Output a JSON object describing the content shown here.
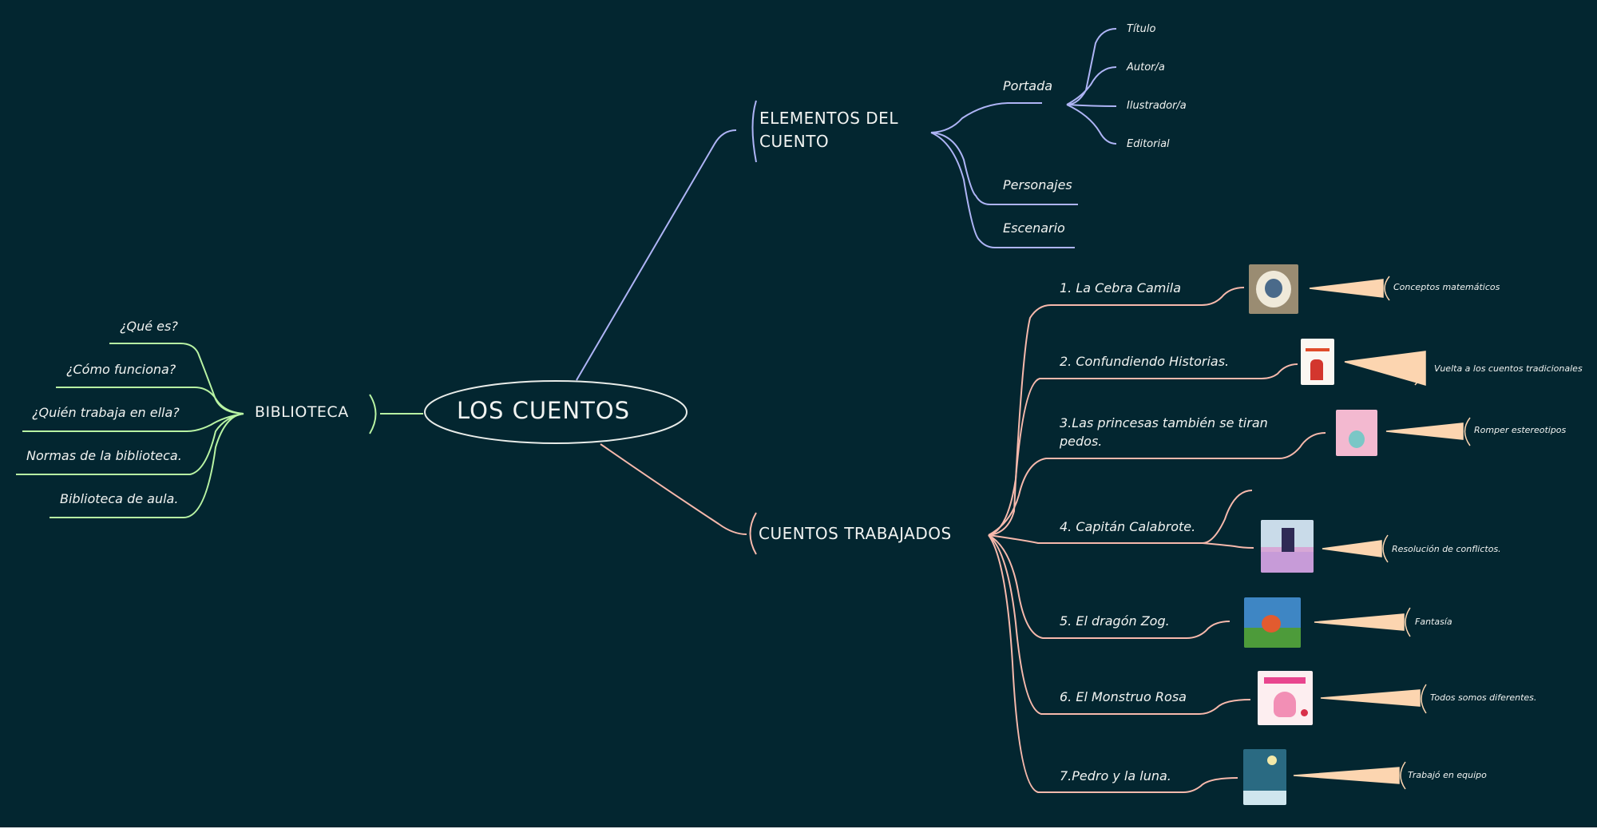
{
  "central": {
    "label": "LOS CUENTOS"
  },
  "branches": {
    "elementos": {
      "label": "ELEMENTOS DEL CUENTO",
      "line1": "ELEMENTOS DEL",
      "line2": "CUENTO",
      "color": "#aeb4f5",
      "portada": {
        "label": "Portada",
        "children": [
          "Título",
          "Autor/a",
          "Ilustrador/a",
          "Editorial"
        ]
      },
      "personajes": "Personajes",
      "escenario": "Escenario"
    },
    "biblioteca": {
      "label": "BIBLIOTECA",
      "color": "#b8f3a3",
      "children": [
        "¿Qué es?",
        "¿Cómo funciona?",
        "¿Quién trabaja en ella?",
        "Normas de la biblioteca.",
        "Biblioteca de aula."
      ]
    },
    "cuentos": {
      "label": "CUENTOS TRABAJADOS",
      "color": "#f7b9ac",
      "accent": "#fcd5b0",
      "stories": [
        {
          "title": "1. La Cebra Camila",
          "note": "Conceptos matemáticos",
          "icon": "book-cover-cebra-camila"
        },
        {
          "title": "2. Confundiendo Historias.",
          "note": "Vuelta a los cuentos tradicionales",
          "icon": "book-cover-confundiendo-historias"
        },
        {
          "title": "3.Las princesas también se tiran pedos.",
          "title_line1": "3.Las princesas también se tiran",
          "title_line2": "pedos.",
          "note": "Romper estereotipos",
          "icon": "book-cover-princesas"
        },
        {
          "title": "4. Capitán Calabrote.",
          "note": "Resolución de conflictos.",
          "icon": "book-cover-capitan-calabrote"
        },
        {
          "title": "5. El dragón Zog.",
          "note": "Fantasía",
          "icon": "book-cover-dragon-zog"
        },
        {
          "title": "6. El Monstruo Rosa",
          "note": "Todos somos diferentes.",
          "icon": "book-cover-monstruo-rosa"
        },
        {
          "title": "7.Pedro y la luna.",
          "note": "Trabajó en equipo",
          "icon": "book-cover-pedro-luna"
        }
      ]
    }
  },
  "colors": {
    "background": "#032630",
    "text": "#f1f3f1"
  }
}
